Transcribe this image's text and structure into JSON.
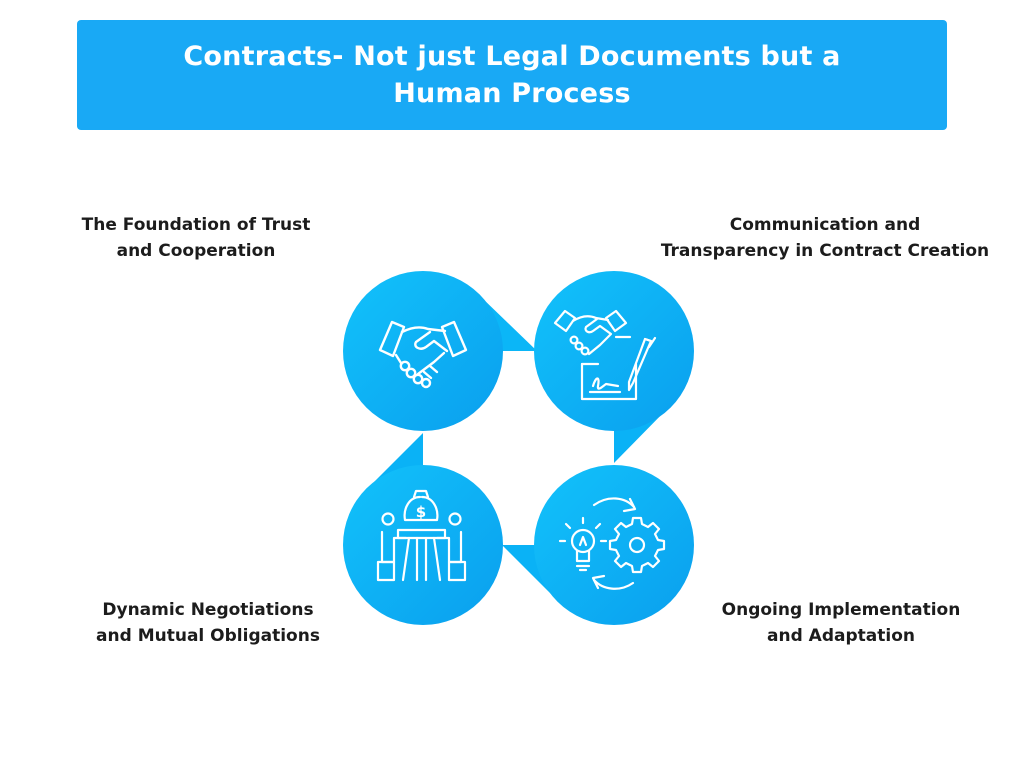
{
  "title": {
    "line1": "Contracts- Not just Legal Documents but a",
    "line2": "Human Process"
  },
  "steps": [
    {
      "line1": "The Foundation of Trust",
      "line2": "and Cooperation",
      "icon": "handshake-icon"
    },
    {
      "line1": "Communication and",
      "line2": "Transparency in Contract Creation",
      "icon": "contract-signing-icon"
    },
    {
      "line1": "Dynamic Negotiations",
      "line2": "and Mutual Obligations",
      "icon": "negotiation-table-icon"
    },
    {
      "line1": "Ongoing Implementation",
      "line2": "and Adaptation",
      "icon": "idea-gear-cycle-icon"
    }
  ],
  "colors": {
    "banner": "#19a9f5",
    "circle_light": "#0bbcf9",
    "circle_dark": "#0aa6f2",
    "icon_stroke": "#ffffff",
    "label_text": "#1c1c1c"
  }
}
